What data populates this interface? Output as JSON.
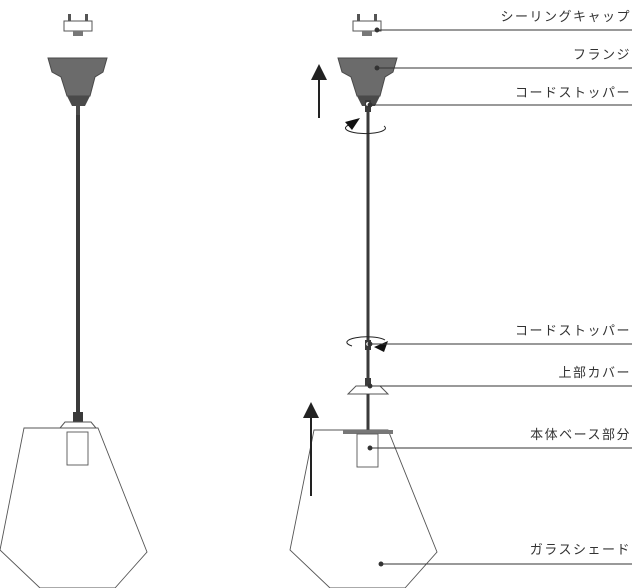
{
  "labels": {
    "ceiling_cap": "シーリングキャップ",
    "flange": "フランジ",
    "cord_stopper_top": "コードストッパー",
    "cord_stopper_mid": "コードストッパー",
    "upper_cover": "上部カバー",
    "body_base": "本体ベース部分",
    "glass_shade": "ガラスシェード"
  },
  "colors": {
    "line": "#333333",
    "flange": "#6b6b6b",
    "flange_dark": "#4a4a4a",
    "cord": "#3a3a3a",
    "shade_stroke": "#555555",
    "text": "#333333"
  }
}
